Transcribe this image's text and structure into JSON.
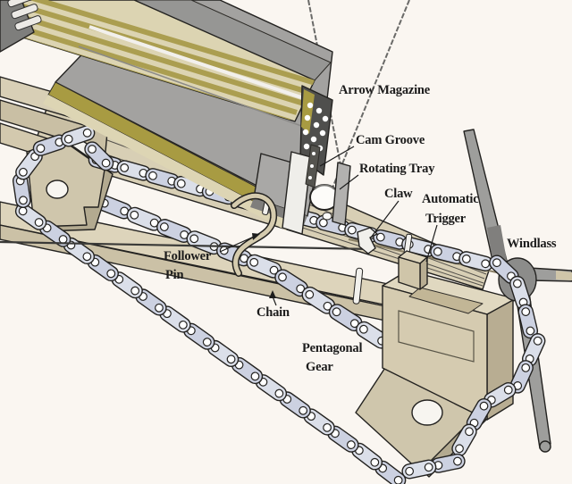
{
  "labels": {
    "arrow_magazine": "Arrow Magazine",
    "cam_groove": "Cam Groove",
    "rotating_tray": "Rotating Tray",
    "claw": "Claw",
    "automatic_trigger_line1": "Automatic",
    "automatic_trigger_line2": "Trigger",
    "windlass": "Windlass",
    "follower_pin_line1": "Follower",
    "follower_pin_line2": "Pin",
    "chain": "Chain",
    "pentagonal_gear_line1": "Pentagonal",
    "pentagonal_gear_line2": "Gear"
  },
  "colors": {
    "background": "#faf6f1",
    "outline": "#232220",
    "metal_gray": "#a3a2a0",
    "metal_gray_dark": "#7e7e7c",
    "wood_light": "#ddd4bb",
    "wood": "#d5cbb0",
    "wood_dark": "#b8ad92",
    "olive": "#a89b42",
    "shaft_cream": "#d9d1ae",
    "chain": "#ccd1e1",
    "chain_alt": "#dbdfe9",
    "gear": "#cfc6ac",
    "label_text": "#1b1b1b"
  }
}
